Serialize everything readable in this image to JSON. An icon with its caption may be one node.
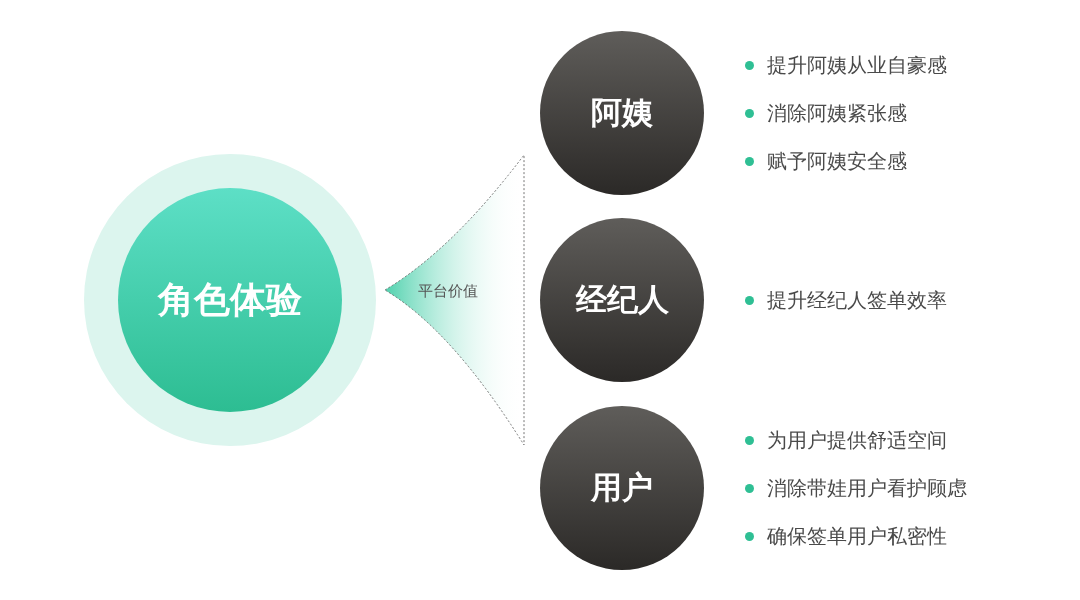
{
  "diagram": {
    "nodes": [
      {
        "text": [
          "角色体验"
        ]
      },
      {
        "text": [
          "平台价值"
        ]
      },
      {
        "text": [
          "阿姨"
        ],
        "beside": [
          "提升阿姨从业自豪感",
          "消除阿姨紧张感",
          "赋予阿姨安全感"
        ]
      },
      {
        "text": [
          "经纪人"
        ],
        "beside": [
          "提升经纪人签单效率"
        ]
      },
      {
        "text": [
          "用户"
        ],
        "beside": [
          "为用户提供舒适空间",
          "消除带娃用户看护顾虑",
          "确保签单用户私密性"
        ]
      }
    ]
  }
}
